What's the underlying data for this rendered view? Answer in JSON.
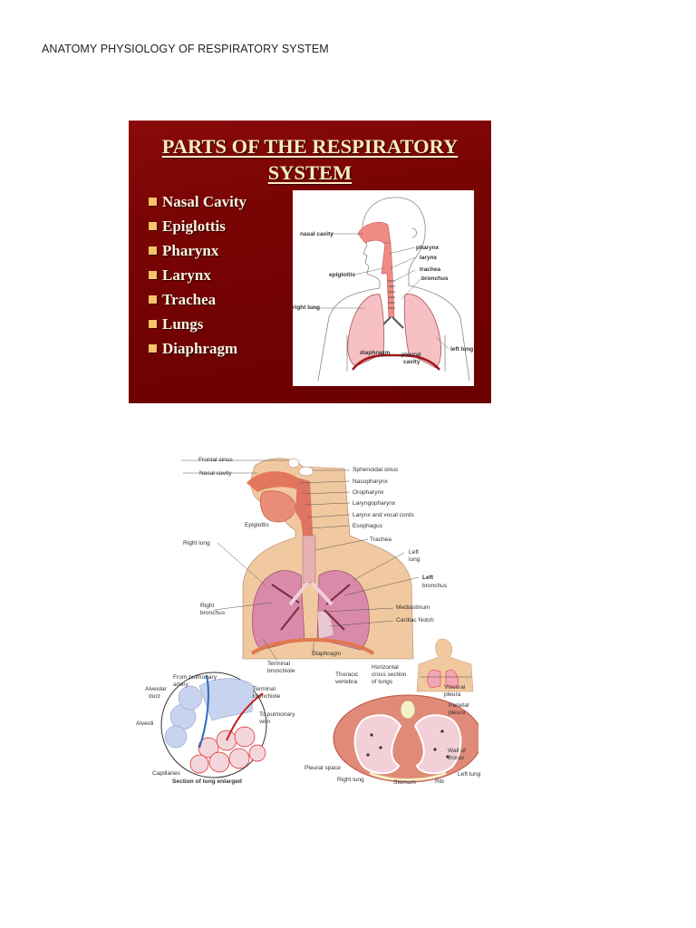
{
  "document": {
    "title": "ANATOMY PHYSIOLOGY OF RESPIRATORY SYSTEM"
  },
  "slide": {
    "title_line1": "PARTS OF THE RESPIRATORY",
    "title_line2": "SYSTEM",
    "background_color": "#7a0404",
    "bullet_color": "#f7c36a",
    "bullets": [
      "Nasal Cavity",
      "Epiglottis",
      "Pharynx",
      "Larynx",
      "Trachea",
      "Lungs",
      "Diaphragm"
    ],
    "figure_labels": {
      "nasal_cavity": "nasal cavity",
      "pharynx": "pharynx",
      "larynx": "larynx",
      "epiglottis": "epiglottis",
      "trachea": "trachea",
      "bronchus": "bronchus",
      "right_lung": "right lung",
      "left_lung": "left lung",
      "diaphragm": "diaphragm",
      "pleural_cavity_1": "pleural",
      "pleural_cavity_2": "cavity"
    }
  },
  "figure2": {
    "upper_labels": {
      "frontal_sinus": "Frontal sinus",
      "nasal_cavity": "Nasal cavity",
      "sphenoidal_sinus": "Sphenoidal sinus",
      "nasopharynx": "Nasopharynx",
      "oropharynx": "Oropharynx",
      "laryngopharynx": "Laryngopharynx",
      "larynx_vocal_cords": "Larynx and vocal cords",
      "esophagus": "Esophagus",
      "epiglottis": "Epiglottis",
      "trachea": "Trachea",
      "right_lung": "Right lung",
      "left_lung_1": "Left",
      "left_lung_2": "lung",
      "left_bronchus_1": "Left",
      "left_bronchus_2": "bronchus",
      "right_bronchus_1": "Right",
      "right_bronchus_2": "bronchus",
      "mediastinum": "Mediastinum",
      "cardiac_notch": "Cardiac Notch",
      "diaphragm": "Diaphragm",
      "terminal_bronchiole_1": "Terminal",
      "terminal_bronchiole_2": "bronchiole"
    },
    "alveoli_labels": {
      "from_pulmonary_1": "From pulmonary",
      "from_pulmonary_2": "artery",
      "alveolar_duct_1": "Alveolar",
      "alveolar_duct_2": "duct",
      "terminal_bronchiole_1": "Terminal",
      "terminal_bronchiole_2": "bronchiole",
      "to_pulmonary_1": "To pulmonary",
      "to_pulmonary_2": "vein",
      "alveoli": "Alveoli",
      "capillaries": "Capillaries",
      "caption": "Section of lung enlarged"
    },
    "cross_section_labels": {
      "horizontal_1": "Horizontal",
      "horizontal_2": "cross section",
      "horizontal_3": "of lungs",
      "thoracic_1": "Thoracic",
      "thoracic_2": "vertebra",
      "visceral_1": "Visceral",
      "visceral_2": "pleura",
      "parietal_1": "Parietal",
      "parietal_2": "pleura",
      "wall_1": "Wall of",
      "wall_2": "thorax",
      "pleural_space": "Pleural space",
      "right_lung": "Right lung",
      "sternum": "Sternum",
      "rib": "Rib",
      "left_lung": "Left lung"
    }
  }
}
